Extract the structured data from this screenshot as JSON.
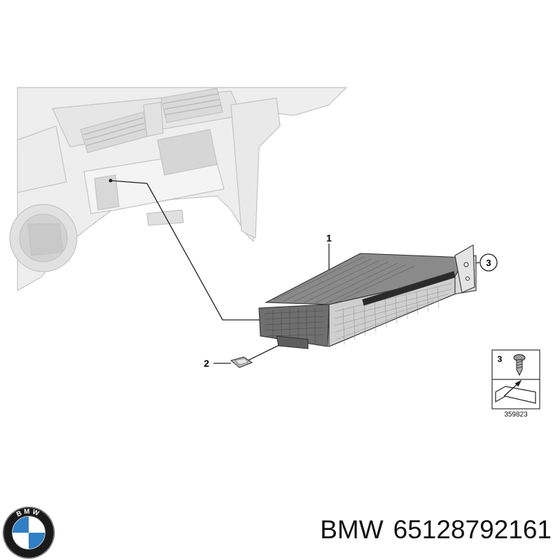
{
  "callouts": {
    "one": "1",
    "two": "2",
    "three": "3"
  },
  "legend": {
    "item_number": "3",
    "reference_code": "359823"
  },
  "footer": {
    "brand": "BMW",
    "part_number": "65128792161"
  },
  "logo": {
    "letters": "BMW",
    "colors": {
      "blue": "#2f7fc5",
      "white": "#ffffff",
      "ring": "#1a1a1a"
    }
  }
}
